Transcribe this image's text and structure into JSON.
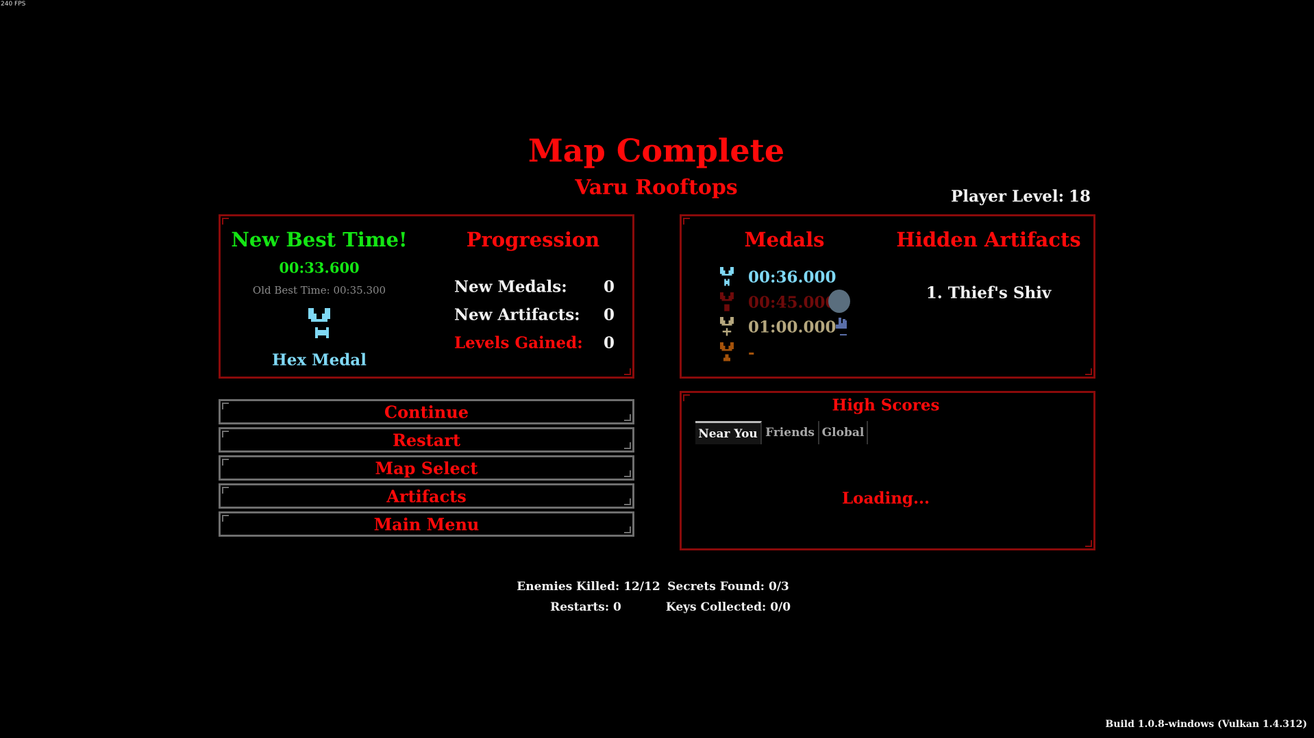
{
  "fps": "240 FPS",
  "title": "Map Complete",
  "map_name": "Varu Rooftops",
  "player_level": {
    "label": "Player Level:",
    "value": "18"
  },
  "best_time": {
    "heading": "New Best Time!",
    "time": "00:33.600",
    "old_best": "Old Best Time: 00:35.300",
    "medal_name": "Hex Medal"
  },
  "progression": {
    "heading": "Progression",
    "rows": [
      {
        "label": "New Medals:",
        "value": "0"
      },
      {
        "label": "New Artifacts:",
        "value": "0"
      },
      {
        "label": "Levels Gained:",
        "value": "0"
      }
    ]
  },
  "medals": {
    "heading": "Medals",
    "rows": [
      {
        "icon": "hex-medal-icon",
        "time": "00:36.000",
        "color": "#7fd8f5"
      },
      {
        "icon": "red-medal-icon",
        "time": "00:45.000",
        "color": "#6e0a0a"
      },
      {
        "icon": "gold-medal-icon",
        "time": "01:00.000",
        "color": "#b5a77e"
      },
      {
        "icon": "bronze-medal-icon",
        "time": "-",
        "color": "#a4520a"
      }
    ]
  },
  "hidden_artifacts": {
    "heading": "Hidden Artifacts",
    "items": [
      "1. Thief's Shiv"
    ]
  },
  "buttons": [
    "Continue",
    "Restart",
    "Map Select",
    "Artifacts",
    "Main Menu"
  ],
  "high_scores": {
    "heading": "High Scores",
    "tabs": [
      "Near You",
      "Friends",
      "Global"
    ],
    "active_tab": "Near You",
    "status": "Loading..."
  },
  "stats": {
    "enemies": "Enemies Killed: 12/12",
    "restarts": "Restarts: 0",
    "secrets": "Secrets Found: 0/3",
    "keys": "Keys Collected: 0/0"
  },
  "build": "Build 1.0.8-windows (Vulkan 1.4.312)"
}
